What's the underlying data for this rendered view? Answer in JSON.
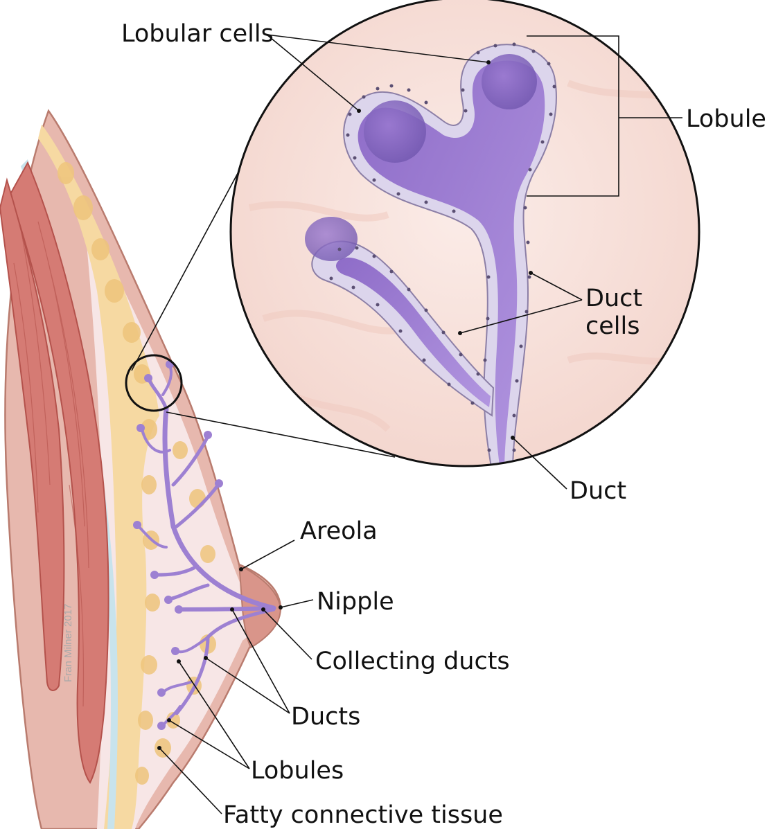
{
  "labels": {
    "lobular_cells": "Lobular cells",
    "lobule": "Lobule",
    "duct_cells_1": "Duct",
    "duct_cells_2": "cells",
    "duct": "Duct",
    "areola": "Areola",
    "nipple": "Nipple",
    "collecting_ducts": "Collecting ducts",
    "ducts": "Ducts",
    "lobules": "Lobules",
    "fatty_tissue": "Fatty connective tissue"
  },
  "credit": "Fran Milner 2017",
  "colors": {
    "skin": "#e7b8ae",
    "skin_edge": "#b97b6e",
    "muscle": "#d57b74",
    "muscle_dark": "#b4524c",
    "fat": "#f6d9a2",
    "fat_lobe": "#eec47c",
    "breast_tissue": "#f7e6e6",
    "duct_purple": "#9d80d2",
    "duct_dark": "#7d62b8",
    "cell_layer": "#dcd5ec",
    "magnified_bg": "#f8e3dd",
    "chest_wall": "#c8e3ec"
  }
}
